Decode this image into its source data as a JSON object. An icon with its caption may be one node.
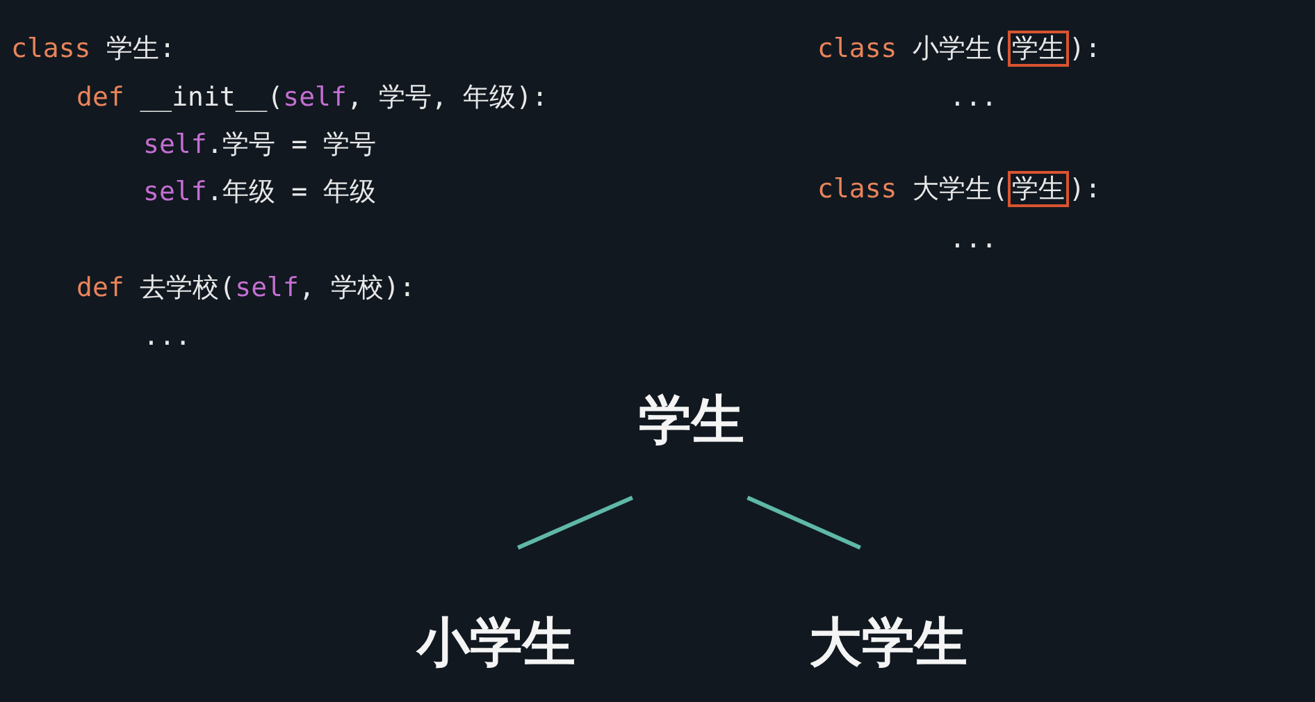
{
  "diagram": {
    "nodes": [
      {
        "text": [
          "学生"
        ]
      },
      {
        "text": [
          "学生"
        ]
      },
      {
        "text": [
          "学生"
        ]
      },
      {
        "text": [
          "小学生"
        ]
      },
      {
        "text": [
          "大学生"
        ]
      }
    ],
    "edges": [
      {
        "from": 2,
        "to": 3,
        "arrow": "none"
      },
      {
        "from": 2,
        "to": 4,
        "arrow": "none"
      }
    ],
    "labels": [
      "class",
      "学生:",
      "def",
      "__init__(",
      "self",
      ", 学号, 年级):",
      "self",
      ".学号 = 学号",
      "self",
      ".年级 = 年级",
      "def",
      "去学校(",
      "self",
      ", 学校):",
      "...",
      "class",
      "小学生(",
      "):",
      "...",
      "class",
      "大学生(",
      "):",
      "..."
    ]
  }
}
